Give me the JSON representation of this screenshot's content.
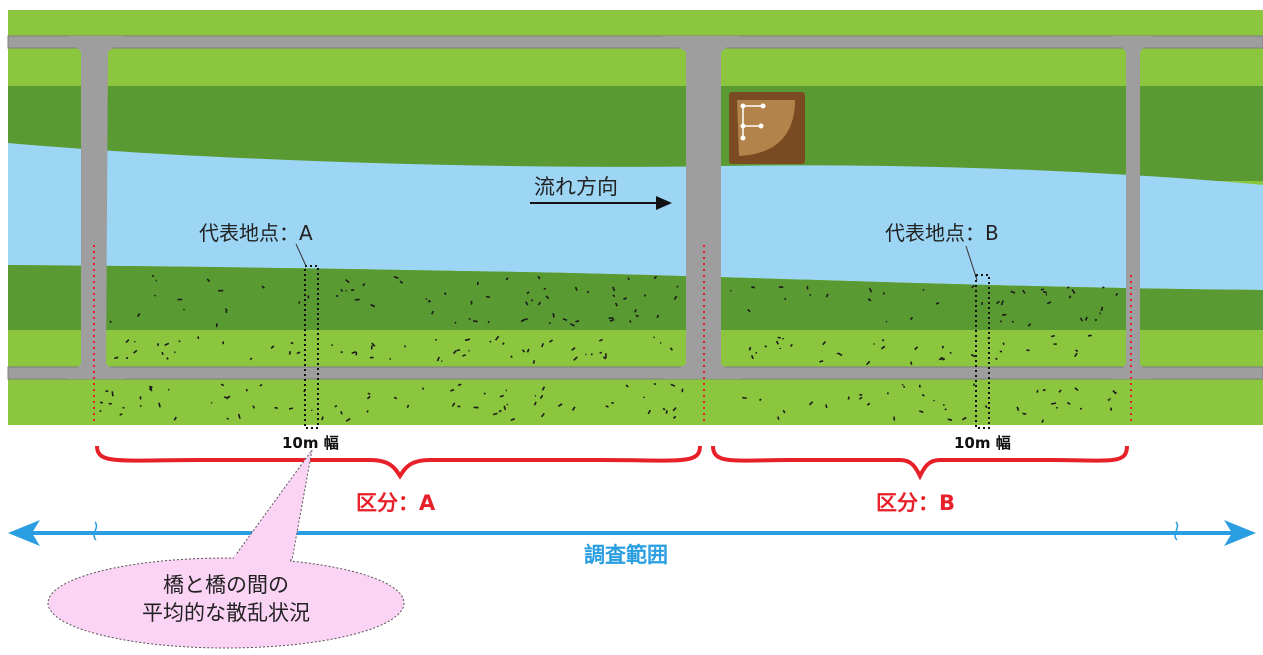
{
  "diagram": {
    "flow_direction_label": "流れ方向",
    "representative_points": [
      {
        "label": "代表地点：A"
      },
      {
        "label": "代表地点：B"
      }
    ],
    "strip_width_labels": [
      {
        "label": "10m 幅"
      },
      {
        "label": "10m 幅"
      }
    ],
    "sections": [
      {
        "label": "区分：A"
      },
      {
        "label": "区分：B"
      }
    ],
    "survey_range_label": "調査範囲",
    "callout": {
      "line1": "橋と橋の間の",
      "line2": "平均的な散乱状況"
    },
    "colors": {
      "grass_light": "#8cc63f",
      "grass_dark": "#5a9a32",
      "water": "#9dd5f5",
      "bridge": "#9e9e9e",
      "section_brace": "#e8202a",
      "range_arrow": "#2a9ee0",
      "callout_fill": "#fbd3f4"
    }
  }
}
